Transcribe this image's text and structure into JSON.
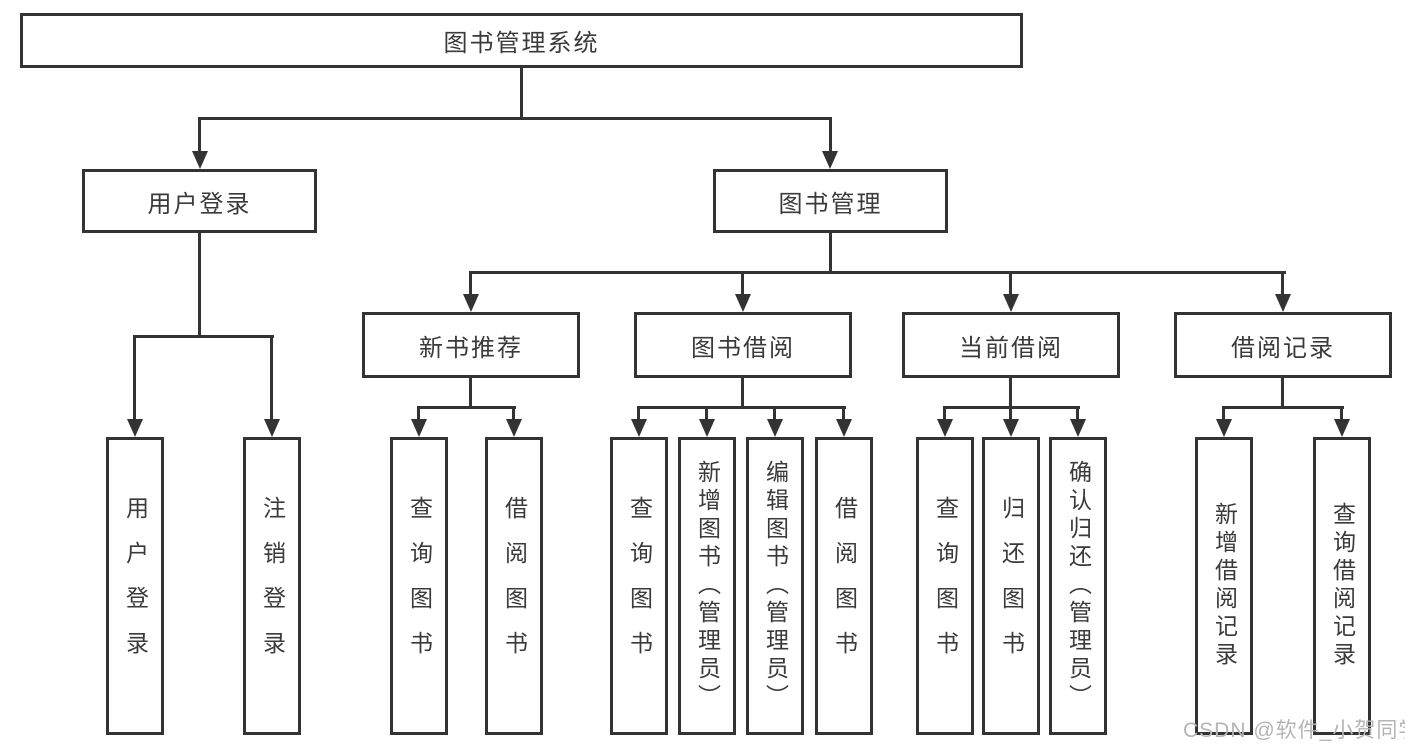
{
  "tree": {
    "root": {
      "label": "图书管理系统"
    },
    "branches": [
      {
        "label": "用户登录",
        "leaves": [
          {
            "label": "用户登录"
          },
          {
            "label": "注销登录"
          }
        ]
      },
      {
        "label": "图书管理",
        "groups": [
          {
            "label": "新书推荐",
            "leaves": [
              {
                "label": "查询图书"
              },
              {
                "label": "借阅图书"
              }
            ]
          },
          {
            "label": "图书借阅",
            "leaves": [
              {
                "label": "查询图书"
              },
              {
                "label": "新增图书（管理员）"
              },
              {
                "label": "编辑图书（管理员）"
              },
              {
                "label": "借阅图书"
              }
            ]
          },
          {
            "label": "当前借阅",
            "leaves": [
              {
                "label": "查询图书"
              },
              {
                "label": "归还图书"
              },
              {
                "label": "确认归还（管理员）"
              }
            ]
          },
          {
            "label": "借阅记录",
            "leaves": [
              {
                "label": "新增借阅记录"
              },
              {
                "label": "查询借阅记录"
              }
            ]
          }
        ]
      }
    ]
  },
  "watermark": {
    "text": "CSDN @软件_小贺同学"
  },
  "colors": {
    "line": "#333333",
    "box_border": "#333333",
    "text": "#3a3a3a",
    "watermark": "#b5b5b5",
    "background": "#ffffff"
  }
}
